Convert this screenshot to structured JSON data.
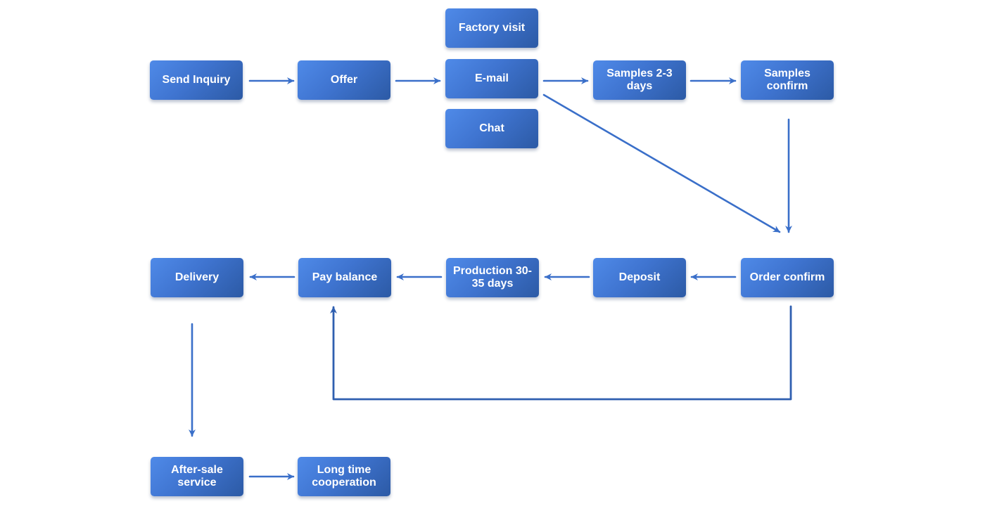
{
  "nodes": {
    "factory_visit": "Factory visit",
    "send_inquiry": "Send Inquiry",
    "offer": "Offer",
    "email": "E-mail",
    "samples_days": "Samples 2-3 days",
    "samples_confirm": "Samples confirm",
    "chat": "Chat",
    "delivery": "Delivery",
    "pay_balance": "Pay balance",
    "production": "Production 30-35 days",
    "deposit": "Deposit",
    "order_confirm": "Order confirm",
    "after_sale": "After-sale service",
    "long_time": "Long time cooperation"
  },
  "colors": {
    "node_light": "#4f8ae8",
    "node_dark": "#2c5aa5",
    "arrow": "#3a6fc9",
    "text": "#ffffff"
  }
}
